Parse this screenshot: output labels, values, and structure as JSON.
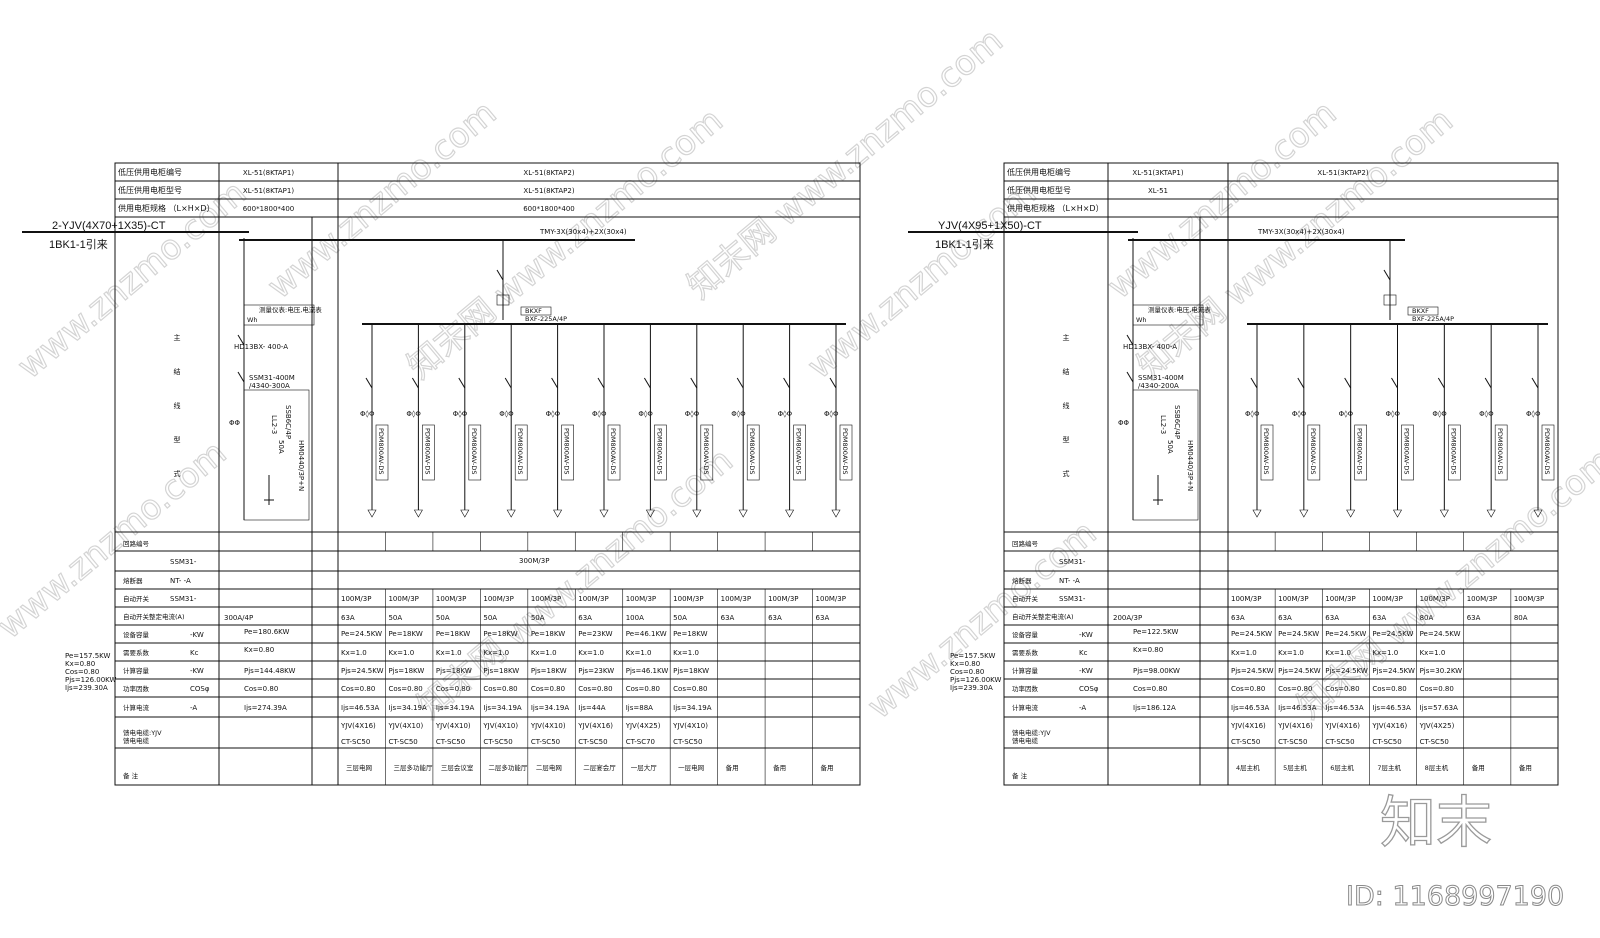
{
  "panel_left": {
    "rows": {
      "code_label": "低压供用电柜编号",
      "model_label": "低压供用电柜型号",
      "spec_label": "供用电柜规格",
      "spec_dims": "（L×H×D）",
      "circuit_no": "回路编号",
      "pole_code": "SSM31-",
      "sensor_label": "熔断器",
      "sensor_val": "NT-  -A",
      "breaker_label": "自动开关",
      "breaker_val": "SSM31-",
      "current_label": "自动开关整定电流(A)",
      "pe_label": "设备容量",
      "pe_unit": "-KW",
      "kx_label": "需要系数",
      "kx_unit": "Kc",
      "pjs_label": "计算容量",
      "pjs_unit": "-KW",
      "cos_label": "功率因数",
      "cos_unit": "COSφ",
      "ijs_label": "计算电流",
      "ijs_unit": "-A",
      "cable_label": "馈电电缆:YJV\n馈电电缆",
      "remark_label": "备 注"
    },
    "cabinet1_code": "XL-51(8KTAP1)",
    "cabinet2_code": "XL-51(8KTAP2)",
    "cabinet1_model": "XL-51(8KTAP1)",
    "cabinet2_model": "XL-51(8KTAP2)",
    "cabinet1_spec": "600*1800*400",
    "cabinet2_spec": "600*1800*400",
    "feeder_text": "2-YJV(4X70+1X35)-CT",
    "feeder_source": "1BK1-1引来",
    "busbar": "TMY-3X(30x4)+2X(30x4)",
    "main_breaker": "HD13BX- 400-A",
    "main_switch": "SSM31-400M\n/4340-300A",
    "meter_label": "测量仪表:电压,电流表",
    "meter_wh": "Wh",
    "spd": "SSB6C/4P",
    "spd2": "50A",
    "spd3": "HM0440/3P+N",
    "ct": "LL2-3",
    "busbox": "BKXF\nBXF-225A/4P",
    "outlet_breaker": "PDM800AV-DS",
    "mode_title": [
      "主",
      "结",
      "线",
      "型",
      "式"
    ],
    "incoming_main": "300M/3P",
    "main_setting": "300A/4P",
    "main_pe": "Pe=180.6KW",
    "main_kx": "Kx=0.80",
    "main_pjs": "Pjs=144.48KW",
    "main_cos": "Cos=0.80",
    "main_ijs": "Ijs=274.39A",
    "side_calc": [
      "Pe=157.5KW",
      "Kx=0.80",
      "Cos=0.80",
      "Pjs=126.00KW",
      "Ijs=239.30A"
    ],
    "circuits": [
      {
        "breaker": "100M/3P",
        "setting": "63A",
        "pe": "Pe=24.5KW",
        "kx": "Kx=1.0",
        "pjs": "Pjs=24.5KW",
        "cos": "Cos=0.80",
        "ijs": "Ijs=46.53A",
        "cable": "YJV(4X16)",
        "conduit": "CT-SC50",
        "remark": "三层电网"
      },
      {
        "breaker": "100M/3P",
        "setting": "50A",
        "pe": "Pe=18KW",
        "kx": "Kx=1.0",
        "pjs": "Pjs=18KW",
        "cos": "Cos=0.80",
        "ijs": "Ijs=34.19A",
        "cable": "YJV(4X10)",
        "conduit": "CT-SC50",
        "remark": "三层多功能厅"
      },
      {
        "breaker": "100M/3P",
        "setting": "50A",
        "pe": "Pe=18KW",
        "kx": "Kx=1.0",
        "pjs": "Pjs=18KW",
        "cos": "Cos=0.80",
        "ijs": "Ijs=34.19A",
        "cable": "YJV(4X10)",
        "conduit": "CT-SC50",
        "remark": "三层会议室"
      },
      {
        "breaker": "100M/3P",
        "setting": "50A",
        "pe": "Pe=18KW",
        "kx": "Kx=1.0",
        "pjs": "Pjs=18KW",
        "cos": "Cos=0.80",
        "ijs": "Ijs=34.19A",
        "cable": "YJV(4X10)",
        "conduit": "CT-SC50",
        "remark": "二层多功能厅"
      },
      {
        "breaker": "100M/3P",
        "setting": "50A",
        "pe": "Pe=18KW",
        "kx": "Kx=1.0",
        "pjs": "Pjs=18KW",
        "cos": "Cos=0.80",
        "ijs": "Ijs=34.19A",
        "cable": "YJV(4X10)",
        "conduit": "CT-SC50",
        "remark": "二层电网"
      },
      {
        "breaker": "100M/3P",
        "setting": "63A",
        "pe": "Pe=23KW",
        "kx": "Kx=1.0",
        "pjs": "Pjs=23KW",
        "cos": "Cos=0.80",
        "ijs": "Ijs=44A",
        "cable": "YJV(4X16)",
        "conduit": "CT-SC50",
        "remark": "二层宴会厅"
      },
      {
        "breaker": "100M/3P",
        "setting": "100A",
        "pe": "Pe=46.1KW",
        "kx": "Kx=1.0",
        "pjs": "Pjs=46.1KW",
        "cos": "Cos=0.80",
        "ijs": "Ijs=88A",
        "cable": "YJV(4X25)",
        "conduit": "CT-SC70",
        "remark": "一层大厅"
      },
      {
        "breaker": "100M/3P",
        "setting": "50A",
        "pe": "Pe=18KW",
        "kx": "Kx=1.0",
        "pjs": "Pjs=18KW",
        "cos": "Cos=0.80",
        "ijs": "Ijs=34.19A",
        "cable": "YJV(4X10)",
        "conduit": "CT-SC50",
        "remark": "一层电网"
      },
      {
        "breaker": "100M/3P",
        "setting": "63A",
        "pe": "",
        "kx": "",
        "pjs": "",
        "cos": "",
        "ijs": "",
        "cable": "",
        "conduit": "",
        "remark": "备用"
      },
      {
        "breaker": "100M/3P",
        "setting": "63A",
        "pe": "",
        "kx": "",
        "pjs": "",
        "cos": "",
        "ijs": "",
        "cable": "",
        "conduit": "",
        "remark": "备用"
      },
      {
        "breaker": "100M/3P",
        "setting": "63A",
        "pe": "",
        "kx": "",
        "pjs": "",
        "cos": "",
        "ijs": "",
        "cable": "",
        "conduit": "",
        "remark": "备用"
      }
    ]
  },
  "panel_right": {
    "cabinet1_code": "XL-51(3KTAP1)",
    "cabinet2_code": "XL-51(3KTAP2)",
    "cabinet1_model": "XL-51",
    "feeder_text": "YJV(4X95+1X50)-CT",
    "feeder_source": "1BK1-1引来",
    "busbar": "TMY-3X(30x4)+2X(30x4)",
    "main_breaker": "HD13BX- 400-A",
    "main_switch": "SSM31-400M\n/4340-200A",
    "busbox": "BKXF\nBXF-225A/4P",
    "main_setting": "200A/3P",
    "main_pe": "Pe=122.5KW",
    "main_kx": "Kx=0.80",
    "main_pjs": "Pjs=98.00KW",
    "main_ijs": "Ijs=186.12A",
    "main_cos": "Cos=0.80",
    "side_calc": [
      "Pe=157.5KW",
      "Kx=0.80",
      "Cos=0.80",
      "Pjs=126.00KW",
      "Ijs=239.30A"
    ],
    "circuits": [
      {
        "breaker": "100M/3P",
        "setting": "63A",
        "pe": "Pe=24.5KW",
        "kx": "Kx=1.0",
        "pjs": "Pjs=24.5KW",
        "cos": "Cos=0.80",
        "ijs": "Ijs=46.53A",
        "cable": "YJV(4X16)",
        "conduit": "CT-SC50",
        "remark": "4层主机"
      },
      {
        "breaker": "100M/3P",
        "setting": "63A",
        "pe": "Pe=24.5KW",
        "kx": "Kx=1.0",
        "pjs": "Pjs=24.5KW",
        "cos": "Cos=0.80",
        "ijs": "Ijs=46.53A",
        "cable": "YJV(4X16)",
        "conduit": "CT-SC50",
        "remark": "5层主机"
      },
      {
        "breaker": "100M/3P",
        "setting": "63A",
        "pe": "Pe=24.5KW",
        "kx": "Kx=1.0",
        "pjs": "Pjs=24.5KW",
        "cos": "Cos=0.80",
        "ijs": "Ijs=46.53A",
        "cable": "YJV(4X16)",
        "conduit": "CT-SC50",
        "remark": "6层主机"
      },
      {
        "breaker": "100M/3P",
        "setting": "63A",
        "pe": "Pe=24.5KW",
        "kx": "Kx=1.0",
        "pjs": "Pjs=24.5KW",
        "cos": "Cos=0.80",
        "ijs": "Ijs=46.53A",
        "cable": "YJV(4X16)",
        "conduit": "CT-SC50",
        "remark": "7层主机"
      },
      {
        "breaker": "100M/3P",
        "setting": "80A",
        "pe": "Pe=24.5KW",
        "kx": "Kx=1.0",
        "pjs": "Pjs=30.2KW",
        "cos": "Cos=0.80",
        "ijs": "Ijs=57.63A",
        "cable": "YJV(4X25)",
        "conduit": "CT-SC50",
        "remark": "8层主机"
      },
      {
        "breaker": "100M/3P",
        "setting": "63A",
        "pe": "",
        "kx": "",
        "pjs": "",
        "cos": "",
        "ijs": "",
        "cable": "",
        "conduit": "",
        "remark": "备用"
      },
      {
        "breaker": "100M/3P",
        "setting": "80A",
        "pe": "",
        "kx": "",
        "pjs": "",
        "cos": "",
        "ijs": "",
        "cable": "",
        "conduit": "",
        "remark": "备用"
      }
    ]
  },
  "watermark": {
    "brand": "知末",
    "id": "ID: 1168997190",
    "site": "www.znzmo.com",
    "logo": "知末网"
  }
}
